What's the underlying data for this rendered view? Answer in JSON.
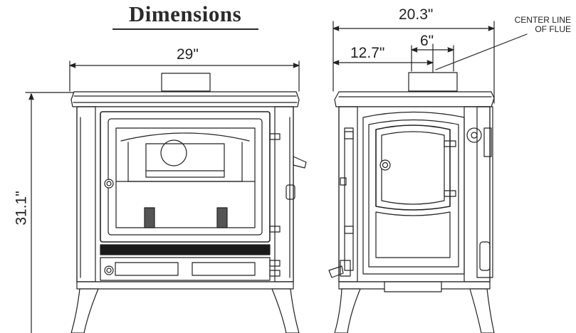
{
  "title": "Dimensions",
  "front_view": {
    "width_label": "29\"",
    "height_label": "31.1\""
  },
  "side_view": {
    "depth_label": "20.3\"",
    "flue_offset_label": "12.7\"",
    "flue_width_label": "6\"",
    "flue_note_line1": "CENTER LINE",
    "flue_note_line2": "OF FLUE"
  },
  "colors": {
    "line": "#222222",
    "fill": "#ffffff",
    "dark": "#1a1a1a"
  }
}
